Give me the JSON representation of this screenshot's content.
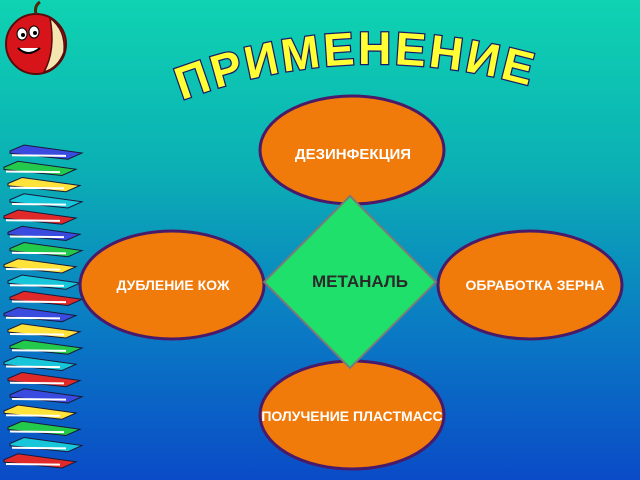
{
  "title": "ПРИМЕНЕНИЕ",
  "center": "МЕТАНАЛЬ",
  "branches": {
    "top": "ДЕЗИНФЕКЦИЯ",
    "left": "ДУБЛЕНИЕ КОЖ",
    "right": "ОБРАБОТКА ЗЕРНА",
    "bottom": "ПОЛУЧЕНИЕ ПЛАСТМАСС"
  },
  "colors": {
    "ellipse_fill": "#f07a0a",
    "ellipse_stroke": "#4a1a6a",
    "diamond_fill": "#1fe06a",
    "title_fill": "#ffff33",
    "title_stroke": "#1a1a6a"
  },
  "icons": {
    "apple": "apple-icon",
    "books": "book-stack-icon"
  }
}
